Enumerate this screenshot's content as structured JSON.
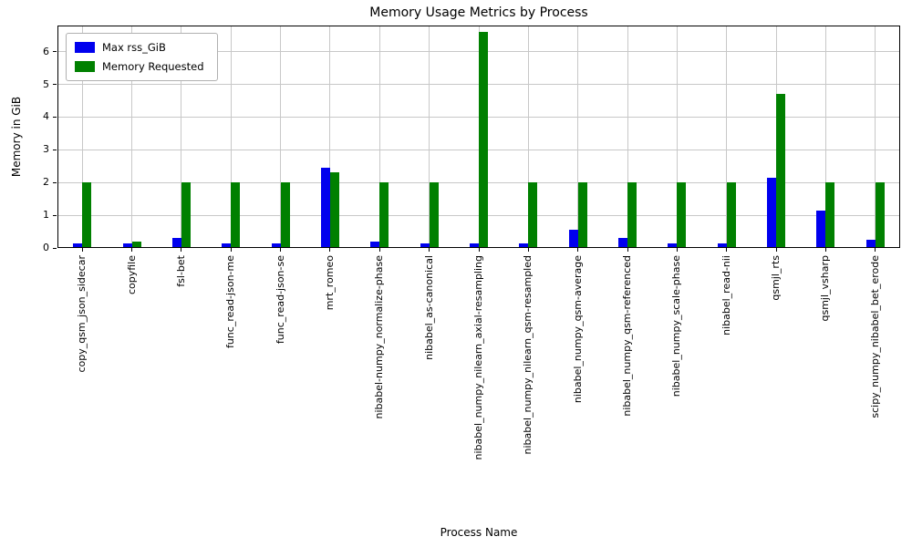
{
  "chart_data": {
    "type": "bar",
    "title": "Memory Usage Metrics by Process",
    "xlabel": "Process Name",
    "ylabel": "Memory in GiB",
    "ylim": [
      0,
      6.8
    ],
    "yticks": [
      0,
      1,
      2,
      3,
      4,
      5,
      6
    ],
    "grid": true,
    "legend_position": "upper left",
    "categories": [
      "copy_qsm_json_sidecar",
      "copyfile",
      "fsl-bet",
      "func_read-json-me",
      "func_read-json-se",
      "mrt_romeo",
      "nibabel-numpy_normalize-phase",
      "nibabel_as-canonical",
      "nibabel_numpy_nilearn_axial-resampling",
      "nibabel_numpy_nilearn_qsm-resampled",
      "nibabel_numpy_qsm-average",
      "nibabel_numpy_qsm-referenced",
      "nibabel_numpy_scale-phase",
      "nibabel_read-nii",
      "qsmjl_rts",
      "qsmjl_vsharp",
      "scipy_numpy_nibabel_bet_erode"
    ],
    "series": [
      {
        "name": "Max rss_GiB",
        "color": "#0000ee",
        "values": [
          0.15,
          0.15,
          0.3,
          0.15,
          0.15,
          2.45,
          0.2,
          0.15,
          0.15,
          0.15,
          0.55,
          0.3,
          0.15,
          0.15,
          2.15,
          1.15,
          0.25
        ]
      },
      {
        "name": "Memory Requested",
        "color": "#008000",
        "values": [
          2.0,
          0.2,
          2.0,
          2.0,
          2.0,
          2.3,
          2.0,
          2.0,
          6.6,
          2.0,
          2.0,
          2.0,
          2.0,
          2.0,
          4.7,
          2.0,
          2.0
        ]
      }
    ]
  }
}
